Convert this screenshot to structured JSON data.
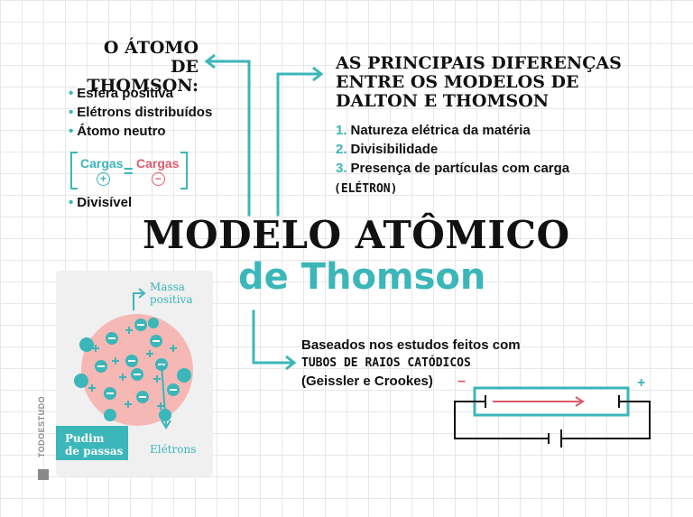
{
  "thomson_atom": {
    "heading_line1": "O ÁTOMO",
    "heading_line2": "DE THOMSON:",
    "bullets": [
      "Esfera positiva",
      "Elétrons distribuídos",
      "Átomo neutro"
    ],
    "last_bullet": "Divisível",
    "charge_left": "Cargas",
    "charge_left_sign": "+",
    "equals": "=",
    "charge_right": "Cargas",
    "charge_right_sign": "−"
  },
  "differences": {
    "heading_line1": "AS PRINCIPAIS DIFERENÇAS",
    "heading_line2": "ENTRE OS MODELOS DE",
    "heading_line3": "DALTON E THOMSON",
    "items": [
      {
        "num": "1.",
        "text": "Natureza elétrica da matéria"
      },
      {
        "num": "2.",
        "text": "Divisibilidade"
      },
      {
        "num": "3.",
        "text": "Presença de partículas com carga"
      }
    ],
    "note": "(ELÉTRON)"
  },
  "title": {
    "main": "MODELO ATÔMICO",
    "sub": "de Thomson"
  },
  "diagram": {
    "mass_label_line1": "Massa",
    "mass_label_line2": "positiva",
    "electrons_label": "Elétrons",
    "pudim_line1": "Pudim",
    "pudim_line2": "de passas",
    "brand": "TODOESTUDO",
    "plus": "+",
    "minus": "−"
  },
  "cathode": {
    "line1": "Baseados nos estudos feitos com",
    "line2": "TUBOS DE RAIOS CATÓDICOS",
    "line3": "(Geissler e Crookes)",
    "minus_sign": "−",
    "plus_sign": "+"
  },
  "colors": {
    "teal": "#3bb6b9",
    "pink": "#e0596d",
    "sphere": "#f6b8b5",
    "panel": "#f0f0f0"
  }
}
